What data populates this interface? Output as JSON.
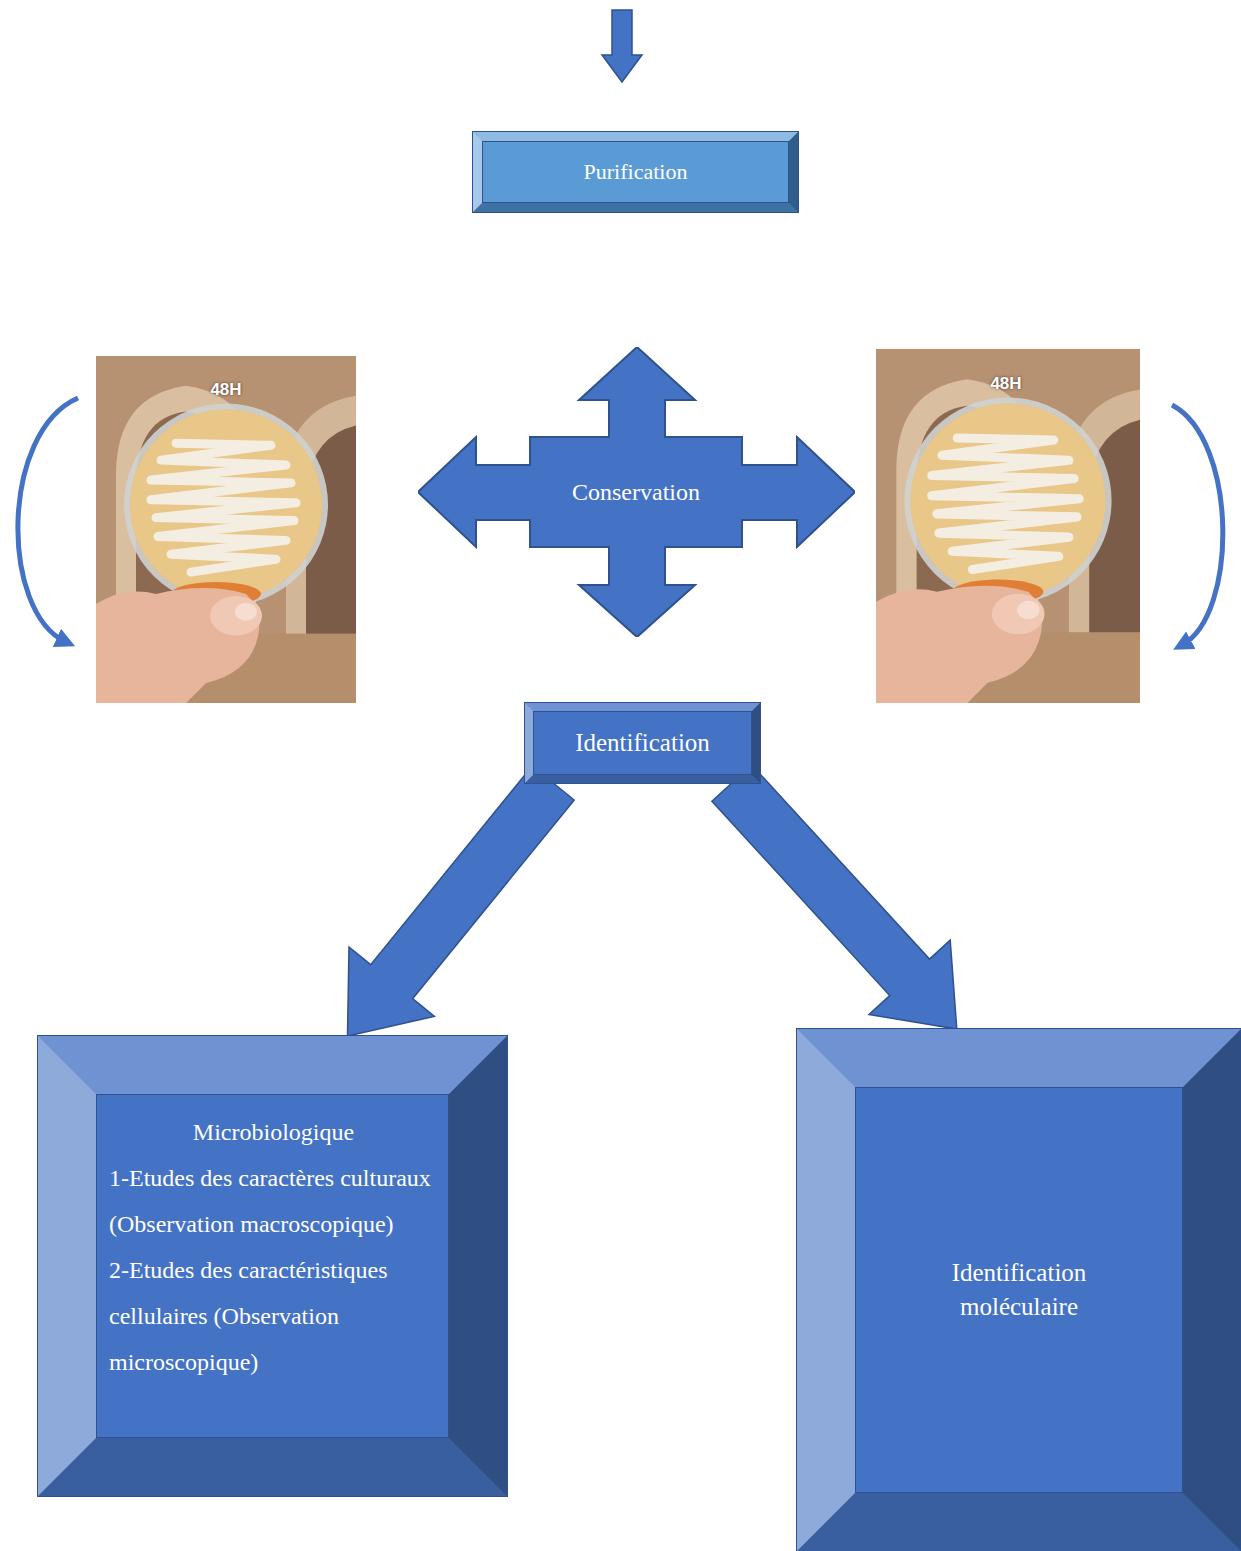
{
  "diagram": {
    "nodes": [
      {
        "text": [
          "Purification"
        ]
      },
      {
        "text": [
          "Conservation"
        ]
      },
      {
        "text": [
          "Identification"
        ]
      },
      {
        "text": [
          "Microbiologique",
          "1-Etudes des caractères culturaux (Observation macroscopique)",
          "2-Etudes des caractéristiques cellulaires (Observation microscopique)"
        ]
      },
      {
        "text": [
          "Identification moléculaire"
        ]
      }
    ],
    "edges": [
      {
        "from": 2,
        "to": 3,
        "arrow": "to"
      },
      {
        "from": 2,
        "to": 4,
        "arrow": "to"
      }
    ],
    "labels": [
      "48H",
      "48H"
    ]
  }
}
